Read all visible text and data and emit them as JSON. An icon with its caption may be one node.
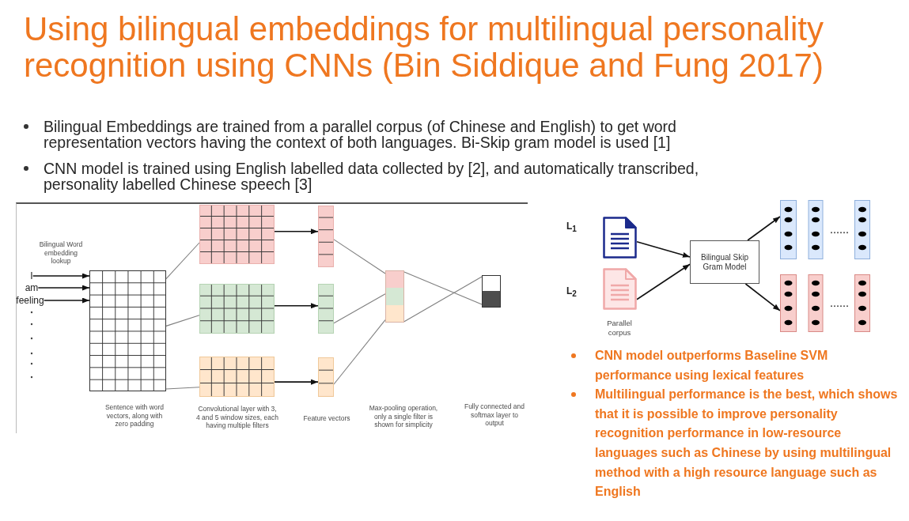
{
  "diagram": {
    "title": "Using bilingual embeddings for multilingual personality recognition using CNNs (Bin Siddique and Fung 2017)",
    "nodes": [
      {
        "text": [
          "I"
        ]
      },
      {
        "text": [
          "am"
        ]
      },
      {
        "text": [
          "feeling"
        ]
      },
      {
        "text": [],
        "shape": "grid"
      },
      {
        "text": [],
        "shape": "grid"
      },
      {
        "text": [],
        "shape": "grid"
      },
      {
        "text": [],
        "shape": "grid"
      },
      {
        "text": [],
        "shape": "bar"
      },
      {
        "text": [],
        "shape": "bar"
      },
      {
        "text": [],
        "shape": "bar"
      },
      {
        "text": [],
        "shape": "bar"
      },
      {
        "text": [],
        "shape": "bar"
      },
      {
        "text": [],
        "shape": "document"
      },
      {
        "text": [],
        "shape": "document"
      },
      {
        "text": [
          "Bilingual Skip Gram Model"
        ]
      },
      {
        "text": [],
        "shape": "bar"
      },
      {
        "text": [],
        "shape": "bar"
      }
    ],
    "edges": [
      {
        "from": 0,
        "to": 3,
        "arrow": "to"
      },
      {
        "from": 1,
        "to": 3,
        "arrow": "to"
      },
      {
        "from": 2,
        "to": 3,
        "arrow": "to"
      },
      {
        "from": 3,
        "to": 4,
        "arrow": "none",
        "color": "#7f7f7f"
      },
      {
        "from": 3,
        "to": 5,
        "arrow": "none",
        "color": "#7f7f7f"
      },
      {
        "from": 3,
        "to": 6,
        "arrow": "none",
        "color": "#7f7f7f"
      },
      {
        "from": 4,
        "to": 7,
        "arrow": "to"
      },
      {
        "from": 5,
        "to": 8,
        "arrow": "to"
      },
      {
        "from": 6,
        "to": 9,
        "arrow": "to"
      },
      {
        "from": 7,
        "to": 10,
        "arrow": "none",
        "color": "#7f7f7f"
      },
      {
        "from": 8,
        "to": 10,
        "arrow": "none",
        "color": "#7f7f7f"
      },
      {
        "from": 9,
        "to": 10,
        "arrow": "none",
        "color": "#7f7f7f"
      },
      {
        "from": 10,
        "to": 11,
        "arrow": "none",
        "color": "#7f7f7f"
      },
      {
        "from": 10,
        "to": 11,
        "arrow": "none",
        "color": "#7f7f7f"
      },
      {
        "from": 12,
        "to": 14,
        "arrow": "to"
      },
      {
        "from": 13,
        "to": 14,
        "arrow": "to"
      },
      {
        "from": 14,
        "to": 15,
        "arrow": "to"
      },
      {
        "from": 14,
        "to": 16,
        "arrow": "to"
      }
    ],
    "labels": [
      "Bilingual Embeddings are trained from a parallel corpus (of Chinese and English) to get word representation vectors having the context of both languages. Bi-Skip gram model is used [1]",
      "CNN model is trained using English labelled data collected by [2], and automatically transcribed, personality labelled Chinese speech [3]",
      "Bilingual Word embedding lookup",
      "Sentence with word vectors, along with zero padding",
      "Convolutional layer with 3, 4 and 5 window sizes, each having multiple filters",
      "Feature vectors",
      "Max-pooling operation, only a single filter is shown for simplicity",
      "Fully connected and softmax layer to output",
      "L$_{1}$",
      "L$_{2}$",
      "Parallel corpus",
      "CNN model outperforms Baseline SVM performance using lexical features",
      "Multilingual performance is the best, which shows that it is possible to improve personality recognition performance in low-resource languages such as Chinese by using multilingual method with a high resource language such as English"
    ]
  }
}
